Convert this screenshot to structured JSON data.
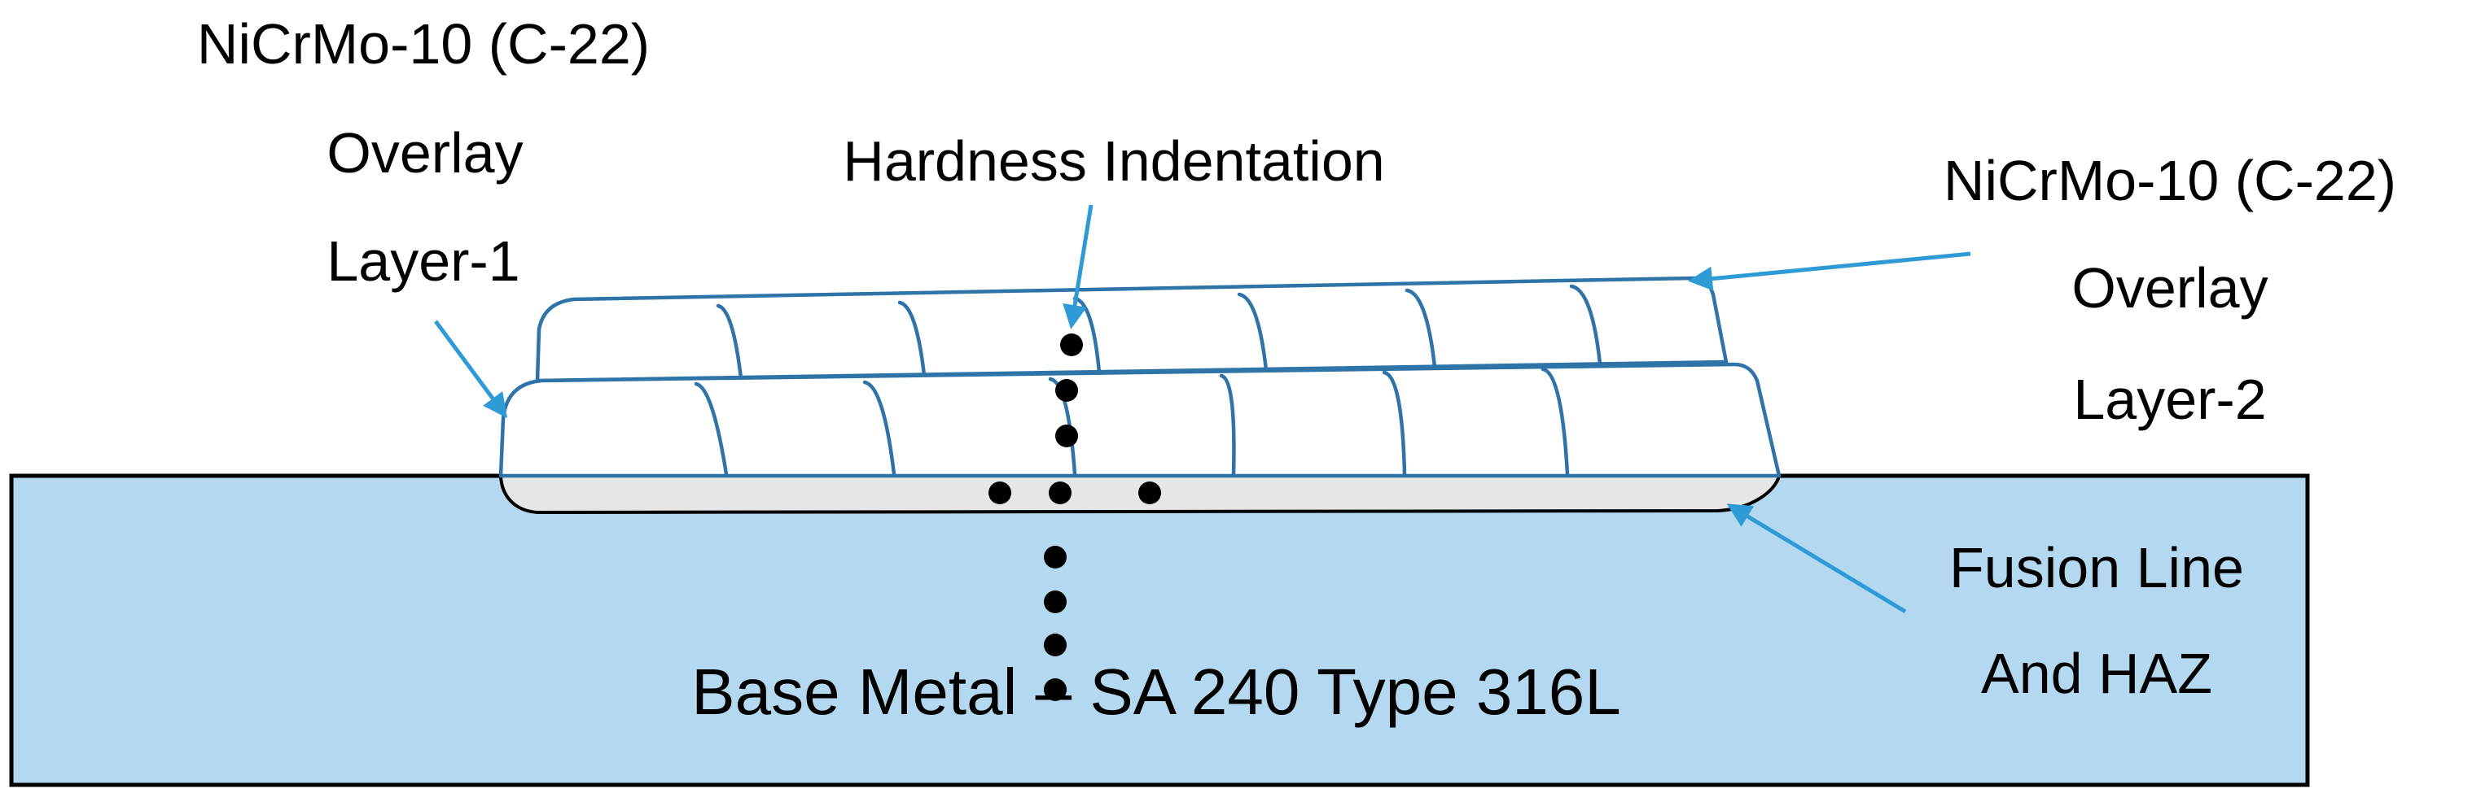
{
  "colors": {
    "base_metal_fill": "#b4d8f0",
    "base_metal_border": "#000000",
    "haz_fill": "#e6e6e6",
    "bead_outline": "#2e74a8",
    "arrow": "#2f9bd6",
    "indent_dot": "#000000"
  },
  "labels": {
    "overlay1": {
      "line1": "NiCrMo-10 (C-22)",
      "line2": "Overlay",
      "line3": "Layer-1"
    },
    "hardness": "Hardness Indentation",
    "overlay2": {
      "line1": "NiCrMo-10 (C-22)",
      "line2": "Overlay",
      "line3": "Layer-2"
    },
    "fusion": {
      "line1": "Fusion Line",
      "line2": "And HAZ"
    },
    "base": "Base Metal – SA 240 Type 316L"
  },
  "indentation_points": {
    "count": 10
  }
}
